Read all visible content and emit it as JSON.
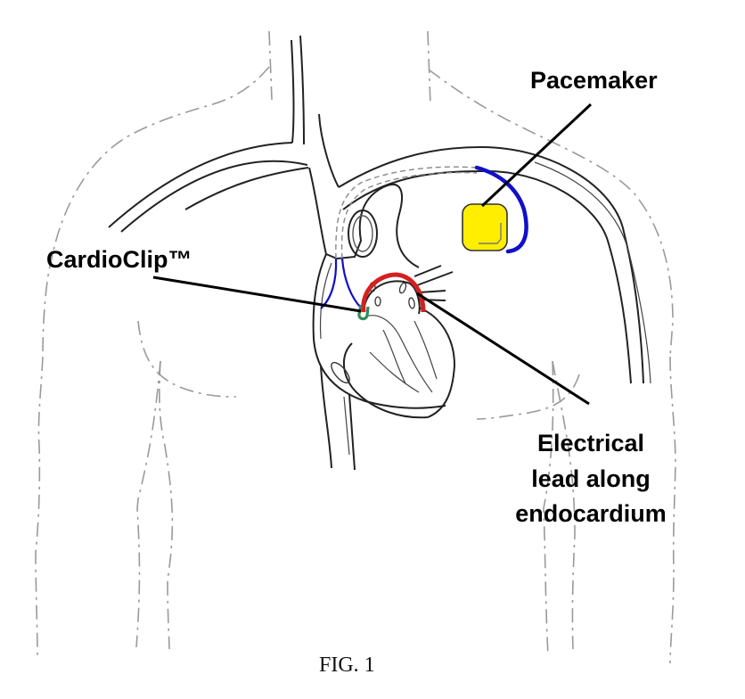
{
  "figure": {
    "caption": "FIG. 1",
    "labels": {
      "pacemaker": "Pacemaker",
      "cardioclip": "CardioClip™",
      "lead_line1": "Electrical",
      "lead_line2": "lead along",
      "lead_line3": "endocardium"
    },
    "colors": {
      "pacemaker_fill": "#FFEE00",
      "lead_wire": "#1010C8",
      "endocardial_lead": "#D42020",
      "clip": "#2E8B57"
    }
  }
}
